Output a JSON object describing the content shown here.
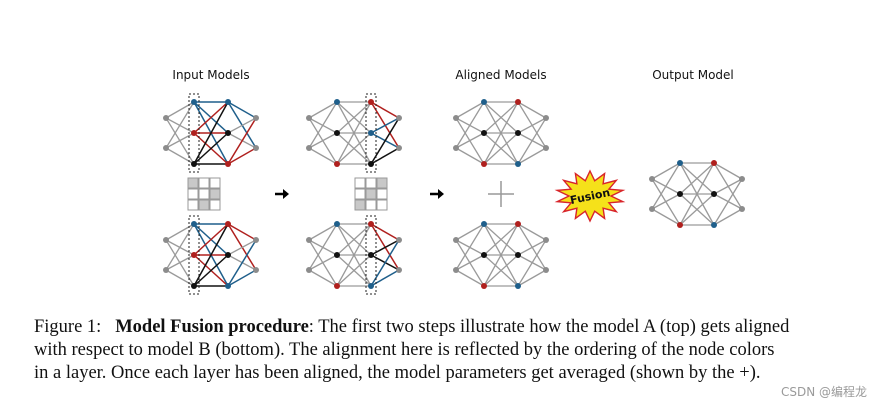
{
  "sections": {
    "input": "Input Models",
    "aligned": "Aligned Models",
    "output": "Output Model"
  },
  "fusion_label": "Fusion",
  "caption": {
    "figure_label": "Figure 1:",
    "title": "Model Fusion procedure",
    "line1_rest": ": The first two steps illustrate how the model A (top) gets aligned",
    "line2": "with respect to model B (bottom). The alignment here is reflected by the ordering of the node colors",
    "line3": "in a layer. Once each layer has been aligned, the model parameters get averaged (shown by the +)."
  },
  "watermark": "CSDN @编程龙",
  "colors": {
    "blue": "#1f5f8b",
    "red": "#b0201e",
    "black": "#111111",
    "gray": "#8c8c8c",
    "edge_gray": "#9a9a9a",
    "badge_yellow": "#f5e11a",
    "badge_red": "#d8242a",
    "permutation_fill": "#c8c8c8"
  }
}
